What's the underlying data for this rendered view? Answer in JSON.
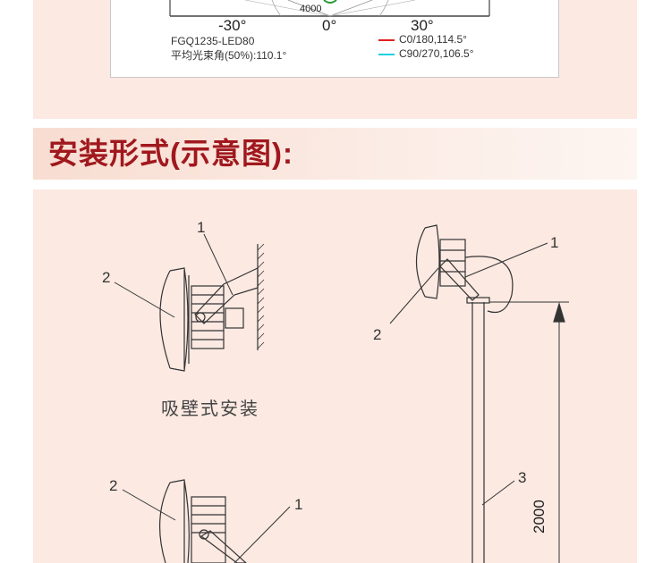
{
  "chart": {
    "axis_neg": "-30°",
    "axis_zero": "0°",
    "axis_pos": "30°",
    "radius_label": "4000",
    "model": "FGQ1235-LED80",
    "beam_angle": "平均光束角(50%):110.1°",
    "legend": [
      {
        "text": "C0/180,114.5°",
        "color": "#e02020"
      },
      {
        "text": "C90/270,106.5°",
        "color": "#20d0e0"
      }
    ]
  },
  "section_title": "安装形式(示意图):",
  "wall_mount": {
    "caption": "吸壁式安装",
    "callout_1": "1",
    "callout_2": "2"
  },
  "pole_mount": {
    "callout_1": "1",
    "callout_2": "2",
    "callout_3": "3",
    "height": "2000"
  },
  "lower_mount": {
    "callout_1": "1",
    "callout_2": "2"
  },
  "colors": {
    "panel": "#fbe9e2",
    "title": "#a0181e"
  }
}
